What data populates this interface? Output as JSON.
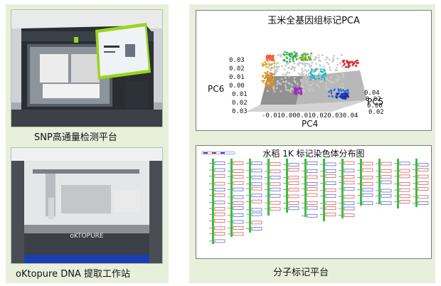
{
  "left_panel": {
    "photo1_caption": "SNP高通量检测平台",
    "photo2_caption": "oKtopure DNA 提取工作站",
    "photo2_brand": "oKTOPURE"
  },
  "pca_card": {
    "title": "玉米全基因组标记PCA",
    "axis_pc4": "PC4",
    "axis_pc5": "PC5",
    "axis_pc6": "PC6",
    "ticks_x": "-0.010.000.010.020.030.04",
    "ticks_left": [
      "0.03",
      "0.02",
      "0.01",
      "0.00",
      "0.01",
      "0.02",
      "0.03"
    ],
    "ticks_right": [
      "0.04",
      "0.02",
      "0.00",
      "0.02"
    ]
  },
  "chrom_card": {
    "title": "水稻 1K 标记染色体分布图"
  },
  "right_caption": "分子标记平台"
}
